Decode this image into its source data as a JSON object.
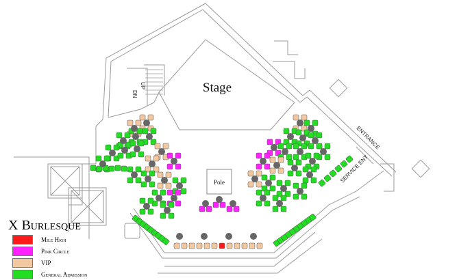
{
  "labels": {
    "stage": "Stage",
    "pole": "Pole",
    "up": "UP",
    "dn": "DN",
    "entrance": "ENTRANCE",
    "service_ent": "SERVICE ENT"
  },
  "legend": {
    "title": "X Burlesque",
    "items": [
      {
        "label": "Mile High",
        "color": "#ff1a1a"
      },
      {
        "label": "Pink Circle",
        "color": "#ff22ff"
      },
      {
        "label": "VIP",
        "color": "#f2c8a0"
      },
      {
        "label": "General Admission",
        "color": "#22dd22"
      }
    ]
  },
  "colors": {
    "table": "#666666",
    "wall": "#9a9a9a",
    "general": "#22dd22",
    "vip": "#f2c8a0",
    "pink": "#ff22ff",
    "mile_high": "#ff1a1a"
  }
}
